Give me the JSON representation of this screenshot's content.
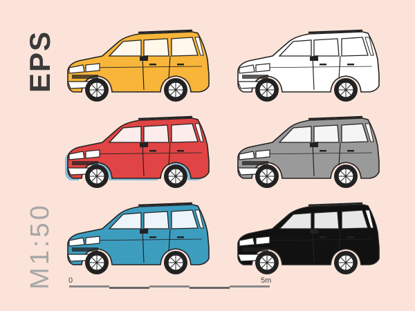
{
  "title": "EPS",
  "scale_label": "M1:50",
  "scale_bar": {
    "start_label": "0",
    "end_label": "5m",
    "segments": 5
  },
  "colors": {
    "background": "#fbe3d9",
    "outline": "#222222",
    "cars": [
      "#f7b53a",
      "#ffffff",
      "#e14444",
      "#9a9a9a",
      "#3d9dbf",
      "#111111"
    ]
  },
  "cars": [
    {
      "name": "car-yellow",
      "body_color": "#f7b53a",
      "style": "color"
    },
    {
      "name": "car-white-outline",
      "body_color": "#ffffff",
      "style": "outline"
    },
    {
      "name": "car-red",
      "body_color": "#e14444",
      "style": "offset-color"
    },
    {
      "name": "car-gray",
      "body_color": "#9a9a9a",
      "style": "color"
    },
    {
      "name": "car-blue",
      "body_color": "#3d9dbf",
      "style": "color"
    },
    {
      "name": "car-black",
      "body_color": "#111111",
      "style": "color"
    }
  ]
}
